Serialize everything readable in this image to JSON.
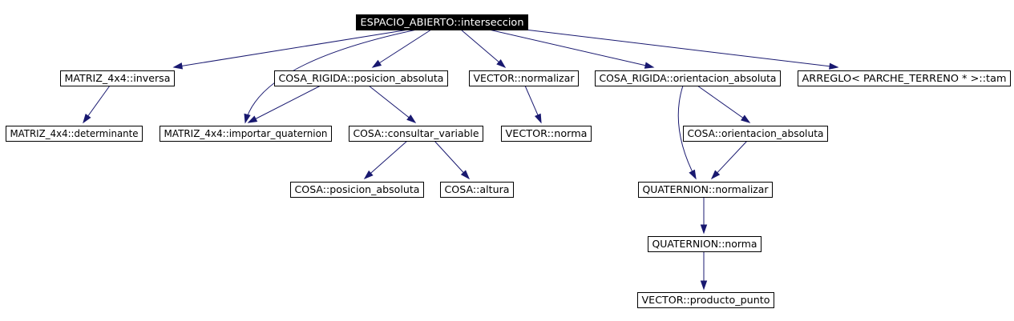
{
  "diagram": {
    "nodes": [
      {
        "id": "root",
        "label": "ESPACIO_ABIERTO::interseccion",
        "root": true
      },
      {
        "id": "m_inv",
        "label": "MATRIZ_4x4::inversa"
      },
      {
        "id": "cr_pos",
        "label": "COSA_RIGIDA::posicion_absoluta"
      },
      {
        "id": "v_norm",
        "label": "VECTOR::normalizar"
      },
      {
        "id": "cr_ori",
        "label": "COSA_RIGIDA::orientacion_absoluta"
      },
      {
        "id": "arr_tam",
        "label": "ARREGLO< PARCHE_TERRENO * >::tam"
      },
      {
        "id": "m_det",
        "label": "MATRIZ_4x4::determinante"
      },
      {
        "id": "m_quat",
        "label": "MATRIZ_4x4::importar_quaternion"
      },
      {
        "id": "c_var",
        "label": "COSA::consultar_variable"
      },
      {
        "id": "v_norma",
        "label": "VECTOR::norma"
      },
      {
        "id": "c_ori",
        "label": "COSA::orientacion_absoluta"
      },
      {
        "id": "c_pos",
        "label": "COSA::posicion_absoluta"
      },
      {
        "id": "c_alt",
        "label": "COSA::altura"
      },
      {
        "id": "q_normz",
        "label": "QUATERNION::normalizar"
      },
      {
        "id": "q_norma",
        "label": "QUATERNION::norma"
      },
      {
        "id": "v_punto",
        "label": "VECTOR::producto_punto"
      }
    ],
    "edges": [
      {
        "from": "root",
        "to": "m_inv"
      },
      {
        "from": "root",
        "to": "m_quat"
      },
      {
        "from": "root",
        "to": "cr_pos"
      },
      {
        "from": "root",
        "to": "v_norm"
      },
      {
        "from": "root",
        "to": "cr_ori"
      },
      {
        "from": "root",
        "to": "arr_tam"
      },
      {
        "from": "m_inv",
        "to": "m_det"
      },
      {
        "from": "cr_pos",
        "to": "m_quat"
      },
      {
        "from": "cr_pos",
        "to": "c_var"
      },
      {
        "from": "v_norm",
        "to": "v_norma"
      },
      {
        "from": "cr_ori",
        "to": "c_ori"
      },
      {
        "from": "cr_ori",
        "to": "q_normz"
      },
      {
        "from": "c_var",
        "to": "c_pos"
      },
      {
        "from": "c_var",
        "to": "c_alt"
      },
      {
        "from": "c_ori",
        "to": "q_normz"
      },
      {
        "from": "q_normz",
        "to": "q_norma"
      },
      {
        "from": "q_norma",
        "to": "v_punto"
      }
    ]
  }
}
